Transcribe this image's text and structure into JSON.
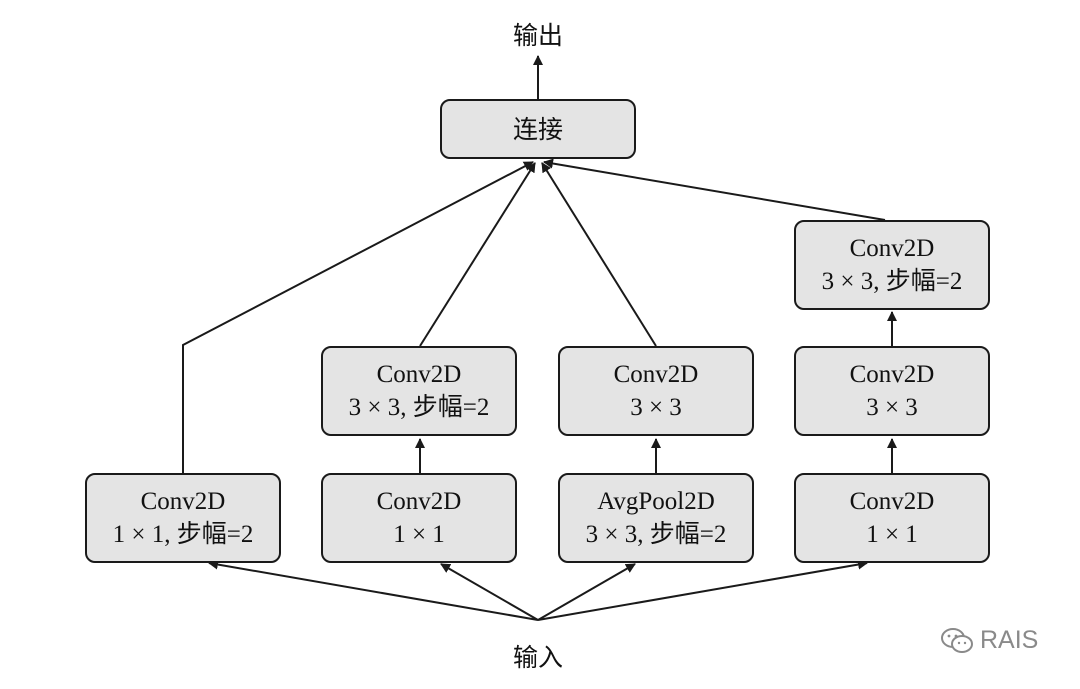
{
  "nodes": {
    "output": {
      "label": "输出"
    },
    "concat": {
      "label": "连接"
    },
    "input": {
      "label": "输入"
    },
    "b1_conv": {
      "line1": "Conv2D",
      "line2": "1 × 1, 步幅=2"
    },
    "b2_conv1": {
      "line1": "Conv2D",
      "line2": "1 × 1"
    },
    "b2_conv3": {
      "line1": "Conv2D",
      "line2": "3 × 3, 步幅=2"
    },
    "b3_pool": {
      "line1": "AvgPool2D",
      "line2": "3 × 3, 步幅=2"
    },
    "b3_conv3": {
      "line1": "Conv2D",
      "line2": "3 × 3"
    },
    "b4_conv1": {
      "line1": "Conv2D",
      "line2": "1 × 1"
    },
    "b4_conv3a": {
      "line1": "Conv2D",
      "line2": "3 × 3"
    },
    "b4_conv3b": {
      "line1": "Conv2D",
      "line2": "3 × 3, 步幅=2"
    }
  },
  "watermark": {
    "text": "RAIS",
    "icon": "wechat-icon"
  },
  "colors": {
    "box_fill": "#e4e4e4",
    "stroke": "#1a1a1a",
    "watermark": "#8a8a8a"
  }
}
